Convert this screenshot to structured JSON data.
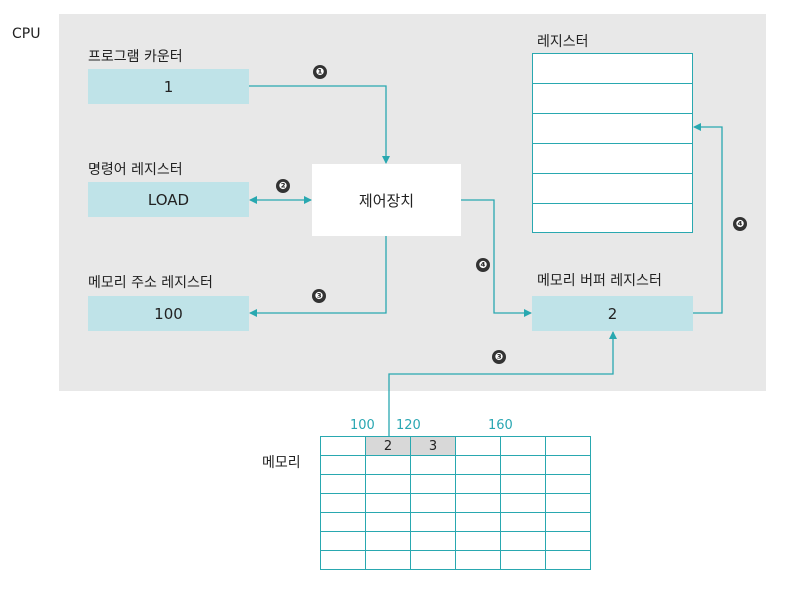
{
  "cpu": {
    "label": "CPU"
  },
  "program_counter": {
    "label": "프로그램 카운터",
    "value": "1"
  },
  "instruction_register": {
    "label": "명령어 레지스터",
    "value": "LOAD"
  },
  "memory_address_register": {
    "label": "메모리 주소 레지스터",
    "value": "100"
  },
  "control_unit": {
    "label": "제어장치"
  },
  "registers": {
    "label": "레지스터",
    "row_count": 6
  },
  "memory_buffer_register": {
    "label": "메모리 버퍼 레지스터",
    "value": "2"
  },
  "steps": {
    "s1": "❶",
    "s2": "❷",
    "s3": "❸",
    "s4": "❹"
  },
  "memory": {
    "label": "메모리",
    "addresses": [
      "100",
      "120",
      "160"
    ],
    "row0": [
      "",
      "2",
      "3",
      "",
      "",
      ""
    ]
  },
  "colors": {
    "accent": "#29a8b0",
    "register_fill": "#bfe3e8",
    "cpu_background": "#e8e8e8"
  }
}
